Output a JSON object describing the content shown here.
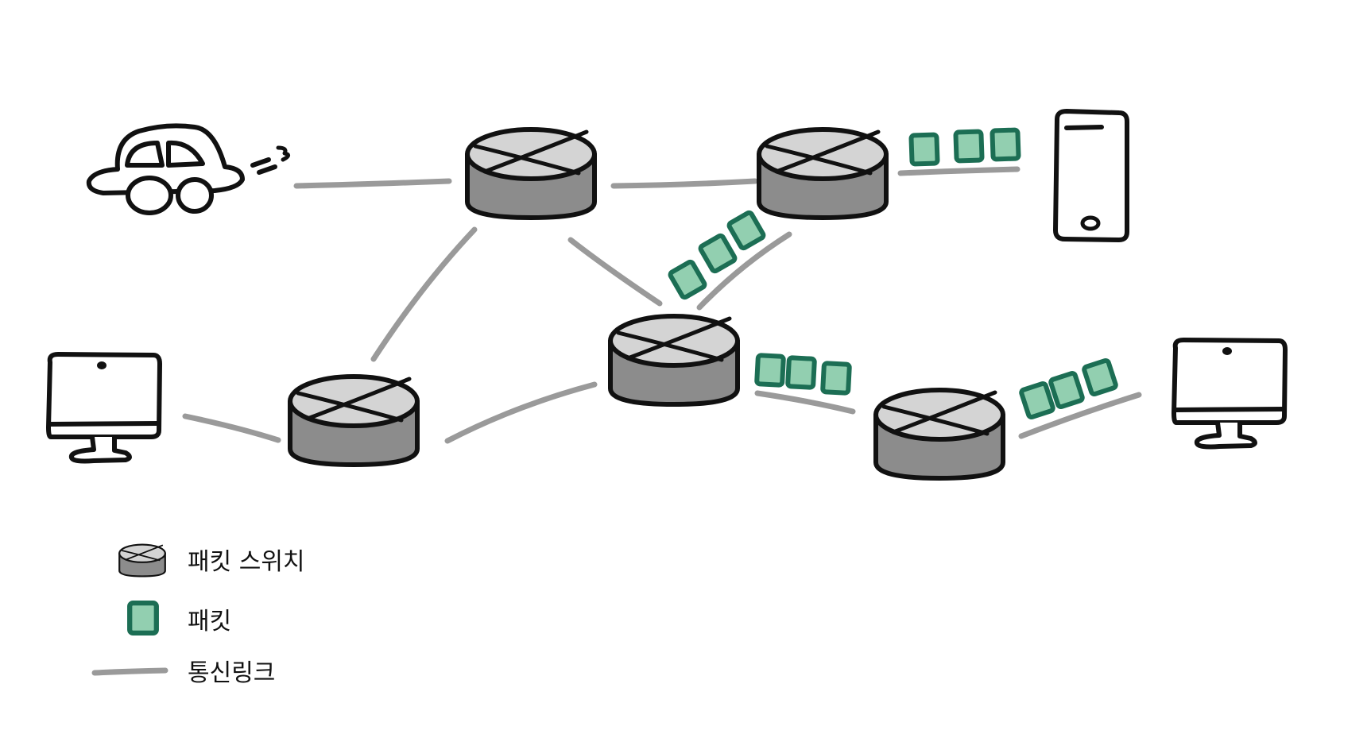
{
  "colors": {
    "link": "#9a9a9a",
    "switch_top": "#d4d4d4",
    "switch_side": "#8c8c8c",
    "outline": "#111111",
    "packet_fill": "#92cfb0",
    "packet_stroke": "#1c6e54"
  },
  "icons": [
    "car-icon",
    "smartphone-icon",
    "desktop-monitor-icon",
    "packet-switch-icon",
    "packet-icon"
  ],
  "legend": {
    "switch_label": "패킷 스위치",
    "packet_label": "패킷",
    "link_label": "통신링크"
  }
}
